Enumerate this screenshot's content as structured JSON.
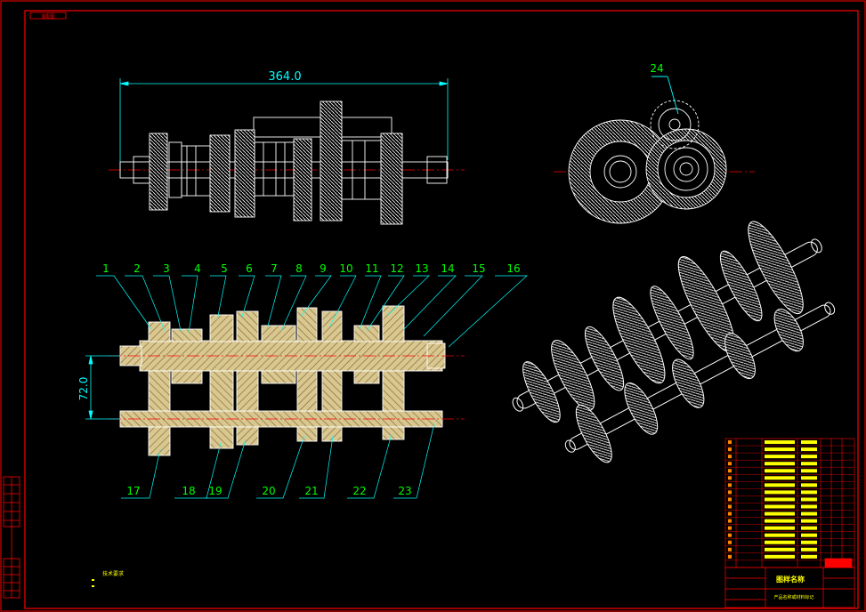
{
  "title_block_tag": "装配图",
  "dim_length": "364.0",
  "dim_center": "72.0",
  "balloon_24": "24",
  "balloons_top": [
    "1",
    "2",
    "3",
    "4",
    "5",
    "6",
    "7",
    "8",
    "9",
    "10",
    "11",
    "12",
    "13",
    "14",
    "15",
    "16"
  ],
  "balloons_bottom": [
    "17",
    "18",
    "19",
    "20",
    "21",
    "22",
    "23"
  ],
  "tech_req_label": "技术要求",
  "title_block": {
    "drawing_name": "图样名称",
    "product_label": "产品名称或材料标记"
  },
  "colors": {
    "background": "#000000",
    "frame": "#ff0000",
    "line": "#ffffff",
    "dim": "#00ffff",
    "balloon_text": "#00ff00",
    "center": "#ff0000",
    "section": "#ffff99",
    "table_text": "#ffff00"
  }
}
